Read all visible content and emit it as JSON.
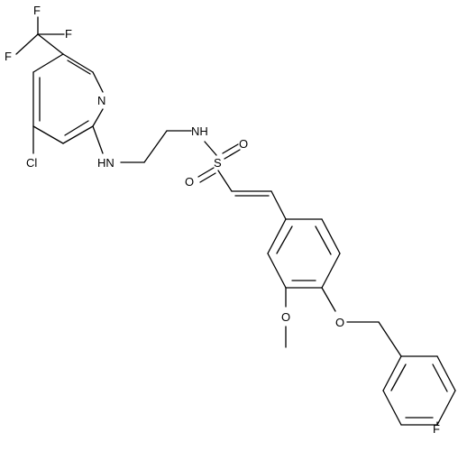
{
  "molecule": {
    "atom_labels": {
      "f_top": "F",
      "f_mid": "F",
      "f_left": "F",
      "n_ring": "N",
      "cl": "Cl",
      "hn": "HN",
      "nh": "NH",
      "s": "S",
      "o_top": "O",
      "o_bottom": "O",
      "o_methoxy": "O",
      "o_ether": "O",
      "f_bottom": "F"
    }
  }
}
